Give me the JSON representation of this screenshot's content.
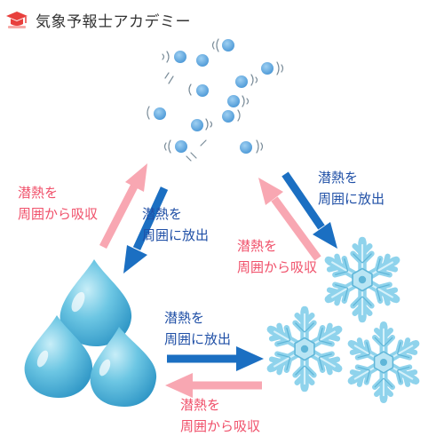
{
  "header": {
    "brand_name": "気象予報士アカデミー",
    "logo_icon": "graduation-cap-icon"
  },
  "labels": {
    "vapor_to_water": {
      "line1": "潜熱を",
      "line2": "周囲に放出"
    },
    "water_to_vapor": {
      "line1": "潜熱を",
      "line2": "周囲から吸収"
    },
    "vapor_to_ice": {
      "line1": "潜熱を",
      "line2": "周囲に放出"
    },
    "ice_to_vapor": {
      "line1": "潜熱を",
      "line2": "周囲から吸収"
    },
    "water_to_ice": {
      "line1": "潜熱を",
      "line2": "周囲に放出"
    },
    "ice_to_water": {
      "line1": "潜熱を",
      "line2": "周囲から吸収"
    }
  },
  "colors": {
    "release_arrow": "#1b6fc2",
    "absorb_arrow": "#f8a7b2",
    "release_text": "#1f4fa6",
    "absorb_text": "#f0506a",
    "vapor": "#5ea8e3",
    "water": "#56b8dc",
    "ice": "#8fd3ec",
    "logo": "#e8403d"
  }
}
